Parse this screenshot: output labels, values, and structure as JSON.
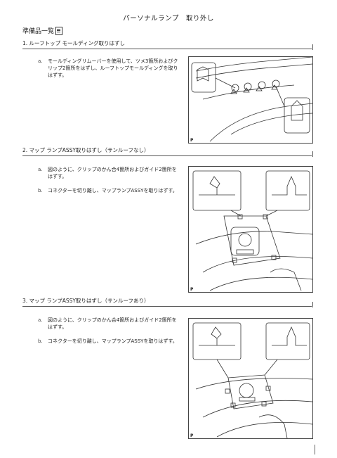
{
  "page": {
    "title": "パーソナルランプ　取り外し",
    "prep_label": "準備品一覧"
  },
  "sections": [
    {
      "heading": "1. ルーフトップ モールディング取りはずし",
      "steps": [
        {
          "label": "a.",
          "text": "モールディングリムーバーを使用して、ツメ3箇所およびクリップ2箇所をはずし、ルーフトップモールディングを取りはずす。"
        }
      ],
      "figure_label": "P"
    },
    {
      "heading": "2. マップ ランプASSY取りはずし（サンルーフなし）",
      "steps": [
        {
          "label": "a.",
          "text": "図のように、クリップのかん合4箇所およびガイド2箇所をはずす。"
        },
        {
          "label": "b.",
          "text": "コネクターを切り離し、マップランプASSYを取りはずす。"
        }
      ],
      "figure_label": "P"
    },
    {
      "heading": "3. マップ ランプASSY取りはずし（サンルーフあり）",
      "steps": [
        {
          "label": "a.",
          "text": "図のように、クリップのかん合4箇所およびガイド2箇所をはずす。"
        },
        {
          "label": "b.",
          "text": "コネクターを切り離し、マップランプASSYを取りはずす。"
        }
      ],
      "figure_label": "P"
    }
  ],
  "icons": {
    "prep": "document-icon"
  }
}
